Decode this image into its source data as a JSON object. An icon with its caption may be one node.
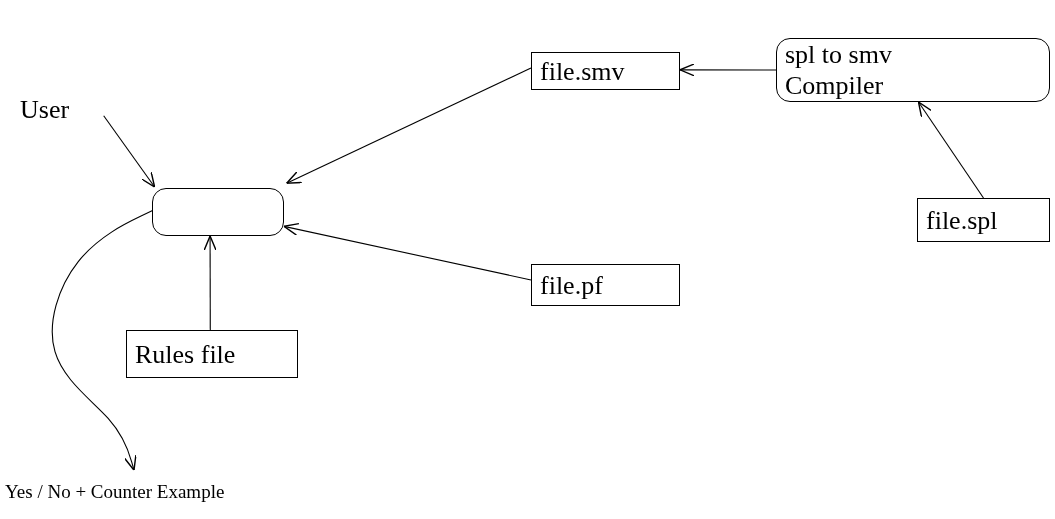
{
  "diagram": {
    "nodes": [
      {
        "text": [
          "User"
        ]
      },
      {
        "text": [
          "file.smv"
        ]
      },
      {
        "text": [
          "spl to smv Compiler"
        ]
      },
      {
        "text": [],
        "shape": "box"
      },
      {
        "text": [
          "file.spl"
        ]
      },
      {
        "text": [
          "file.pf"
        ]
      },
      {
        "text": [
          "Rules file"
        ]
      },
      {
        "text": [
          "Yes / No + Counter Example"
        ]
      }
    ],
    "edges": [
      {
        "from": 0,
        "to": 3,
        "arrow": "to"
      },
      {
        "from": 1,
        "to": 3,
        "arrow": "to"
      },
      {
        "from": 2,
        "to": 1,
        "arrow": "to"
      },
      {
        "from": 4,
        "to": 2,
        "arrow": "to"
      },
      {
        "from": 5,
        "to": 3,
        "arrow": "to"
      },
      {
        "from": 6,
        "to": 3,
        "arrow": "to"
      },
      {
        "from": 3,
        "to": 7,
        "arrow": "to"
      }
    ]
  }
}
